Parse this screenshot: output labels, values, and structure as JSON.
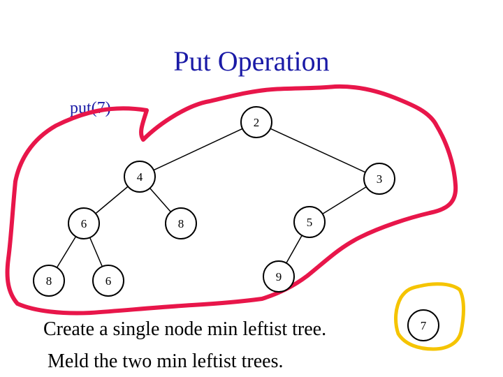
{
  "slide": {
    "title": "Put Operation",
    "operation": "put(7)",
    "notes": [
      "Create a single node min leftist tree.",
      "Meld the two min leftist trees."
    ]
  },
  "tree": {
    "nodes": [
      {
        "id": "n2",
        "key": "2"
      },
      {
        "id": "n4",
        "key": "4"
      },
      {
        "id": "n3",
        "key": "3"
      },
      {
        "id": "n6a",
        "key": "6"
      },
      {
        "id": "n8a",
        "key": "8"
      },
      {
        "id": "n5",
        "key": "5"
      },
      {
        "id": "n8b",
        "key": "8"
      },
      {
        "id": "n6b",
        "key": "6"
      },
      {
        "id": "n9",
        "key": "9"
      }
    ],
    "edges": [
      [
        "n2",
        "n4"
      ],
      [
        "n2",
        "n3"
      ],
      [
        "n4",
        "n6a"
      ],
      [
        "n4",
        "n8a"
      ],
      [
        "n3",
        "n5"
      ],
      [
        "n6a",
        "n8b"
      ],
      [
        "n6a",
        "n6b"
      ],
      [
        "n5",
        "n9"
      ]
    ]
  },
  "single_node": {
    "key": "7"
  },
  "colors": {
    "title": "#1a1aa6",
    "big_tree_outline": "#e8164a",
    "single_node_outline": "#f5c400",
    "node_stroke": "#000000"
  }
}
